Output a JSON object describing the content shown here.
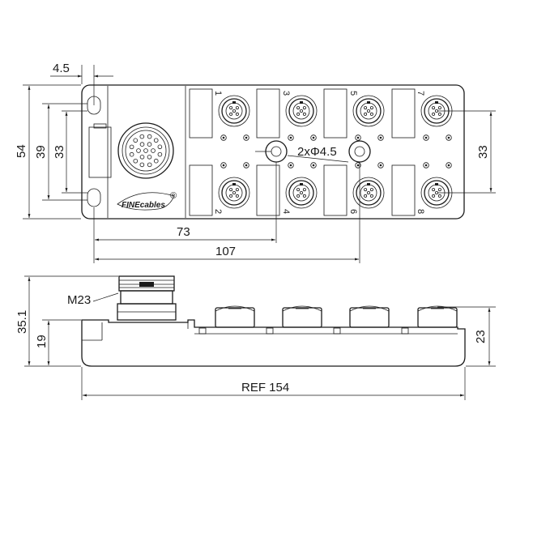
{
  "top_view": {
    "dimensions": {
      "hole_offset": "4.5",
      "overall_height": "54",
      "hole_height_outer": "39",
      "hole_spacing_left": "33",
      "hole_spacing_right": "33",
      "mount_holes": "2xΦ4.5",
      "to_hole_1": "73",
      "to_hole_2": "107"
    },
    "port_numbers": [
      "1",
      "3",
      "5",
      "7",
      "2",
      "4",
      "6",
      "8"
    ],
    "logo": {
      "text": "FINEcables",
      "registered": "®"
    }
  },
  "side_view": {
    "dimensions": {
      "overall_height": "35.1",
      "body_height": "19",
      "port_height": "23",
      "reference_length": "REF 154"
    },
    "connector_label": "M23"
  }
}
